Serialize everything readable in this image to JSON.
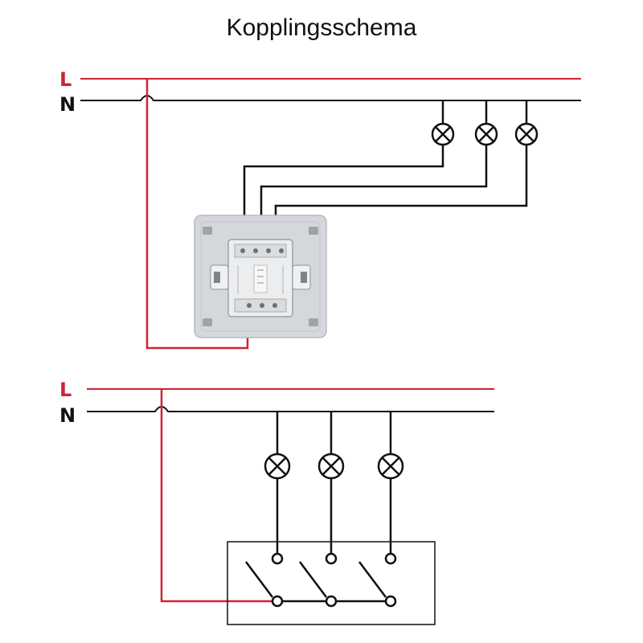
{
  "title": "Kopplingsschema",
  "labels": {
    "live": "L",
    "neutral": "N"
  },
  "colors": {
    "live": "#cc2433",
    "neutral": "#111111",
    "switch_plate": "#d4d7db",
    "switch_body": "#ecedee"
  },
  "diagrams": [
    {
      "name": "wiring-with-device-photo",
      "lamps": 3
    },
    {
      "name": "wiring-schematic",
      "lamps": 3,
      "switches": 3
    }
  ]
}
